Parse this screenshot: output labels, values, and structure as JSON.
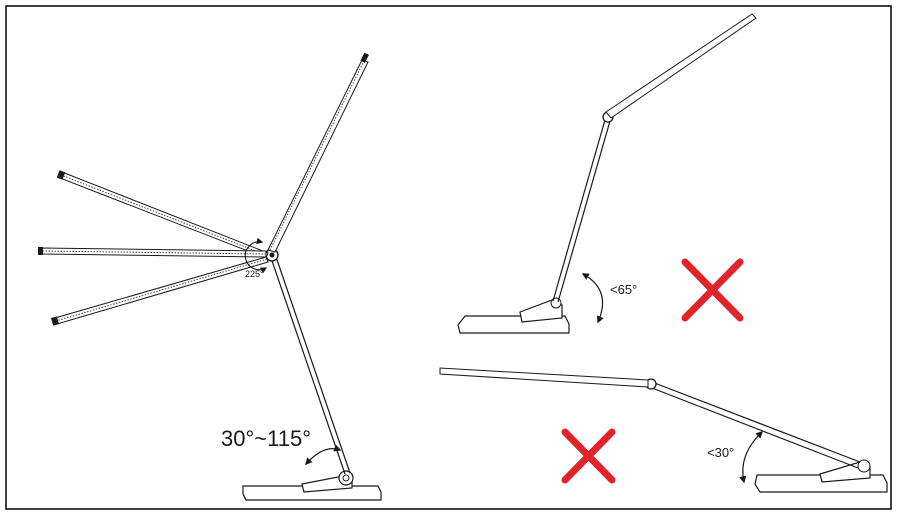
{
  "diagram": {
    "left_lamp": {
      "head_rotation_label": "225°",
      "arm_angle_label": "30°~115°"
    },
    "top_right_lamp": {
      "angle_label": "<65°",
      "status_icon": "red-x-icon"
    },
    "bottom_right_lamp": {
      "angle_label": "<30°",
      "status_icon": "red-x-icon"
    },
    "colors": {
      "line": "#1a1a1a",
      "cross": "#e0242a",
      "border": "#000000"
    }
  }
}
